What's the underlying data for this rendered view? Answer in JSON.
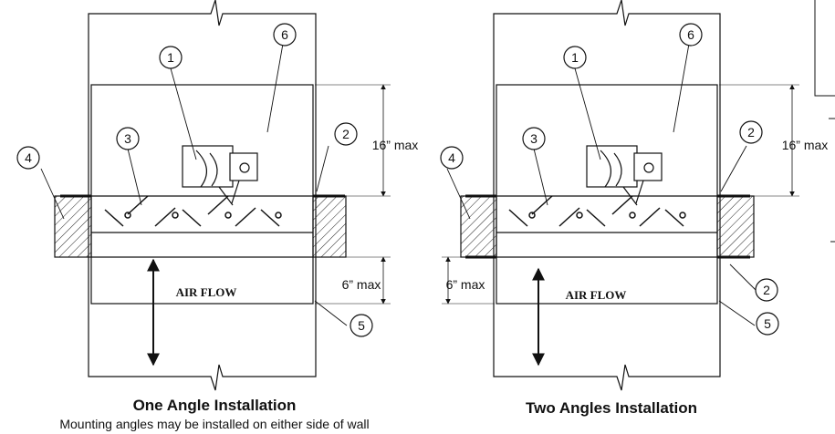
{
  "left_diagram": {
    "dim_top": "16” max",
    "dim_bottom": "6” max",
    "airflow": "AIR FLOW",
    "callouts": [
      "1",
      "2",
      "3",
      "4",
      "5",
      "6"
    ],
    "caption_title": "One Angle Installation",
    "caption_note": "Mounting angles may be installed on either side of wall"
  },
  "right_diagram": {
    "dim_top": "16” max",
    "dim_bottom": "6” max",
    "airflow": "AIR FLOW",
    "callouts": [
      "1",
      "2",
      "2",
      "3",
      "4",
      "5",
      "6"
    ],
    "caption_title": "Two Angles Installation"
  }
}
